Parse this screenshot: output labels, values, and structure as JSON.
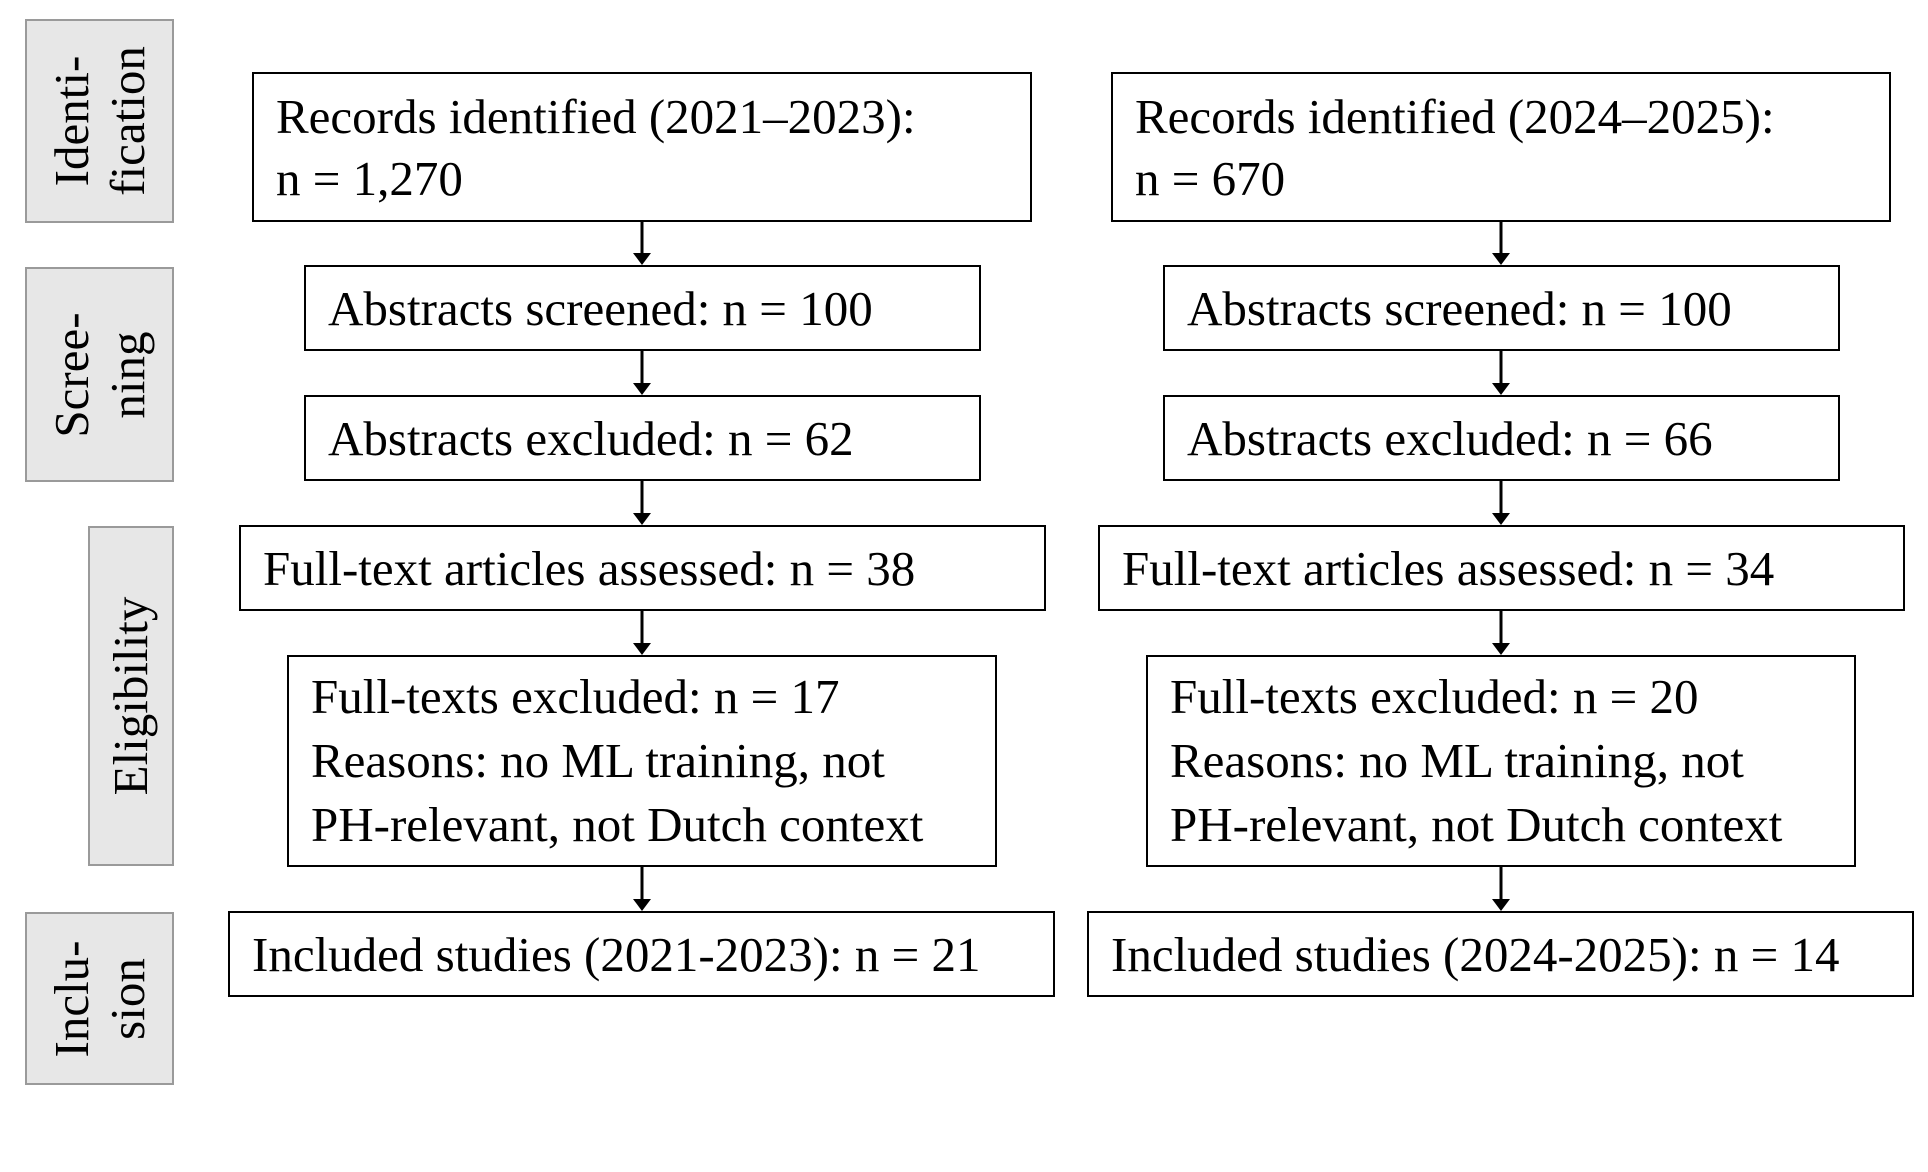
{
  "phases": [
    {
      "line1": "Identi-",
      "line2": "fication"
    },
    {
      "line1": "Scree-",
      "line2": "ning"
    },
    {
      "line1": "Eligibility",
      "line2": ""
    },
    {
      "line1": "Inclu-",
      "line2": "sion"
    }
  ],
  "left": {
    "identified": {
      "line1": "Records identified (2021–2023):",
      "line2": "n = 1,270"
    },
    "screened": "Abstracts screened: n = 100",
    "excluded": "Abstracts excluded: n = 62",
    "assessed": "Full-text articles assessed: n = 38",
    "fulltext_excluded": {
      "line1": "Full-texts excluded: n = 17",
      "line2": "Reasons: no ML training, not",
      "line3": "PH-relevant, not Dutch context"
    },
    "included": "Included studies (2021-2023): n = 21"
  },
  "right": {
    "identified": {
      "line1": "Records identified (2024–2025):",
      "line2": "n = 670"
    },
    "screened": "Abstracts screened: n = 100",
    "excluded": "Abstracts excluded: n = 66",
    "assessed": "Full-text articles assessed: n = 34",
    "fulltext_excluded": {
      "line1": "Full-texts excluded: n = 20",
      "line2": "Reasons: no ML training, not",
      "line3": "PH-relevant, not Dutch context"
    },
    "included": "Included studies (2024-2025): n = 14"
  },
  "colors": {
    "phase_fill": "#e7e7e7",
    "phase_border": "#9a9a9a",
    "box_border": "#000000",
    "arrow": "#000000"
  }
}
